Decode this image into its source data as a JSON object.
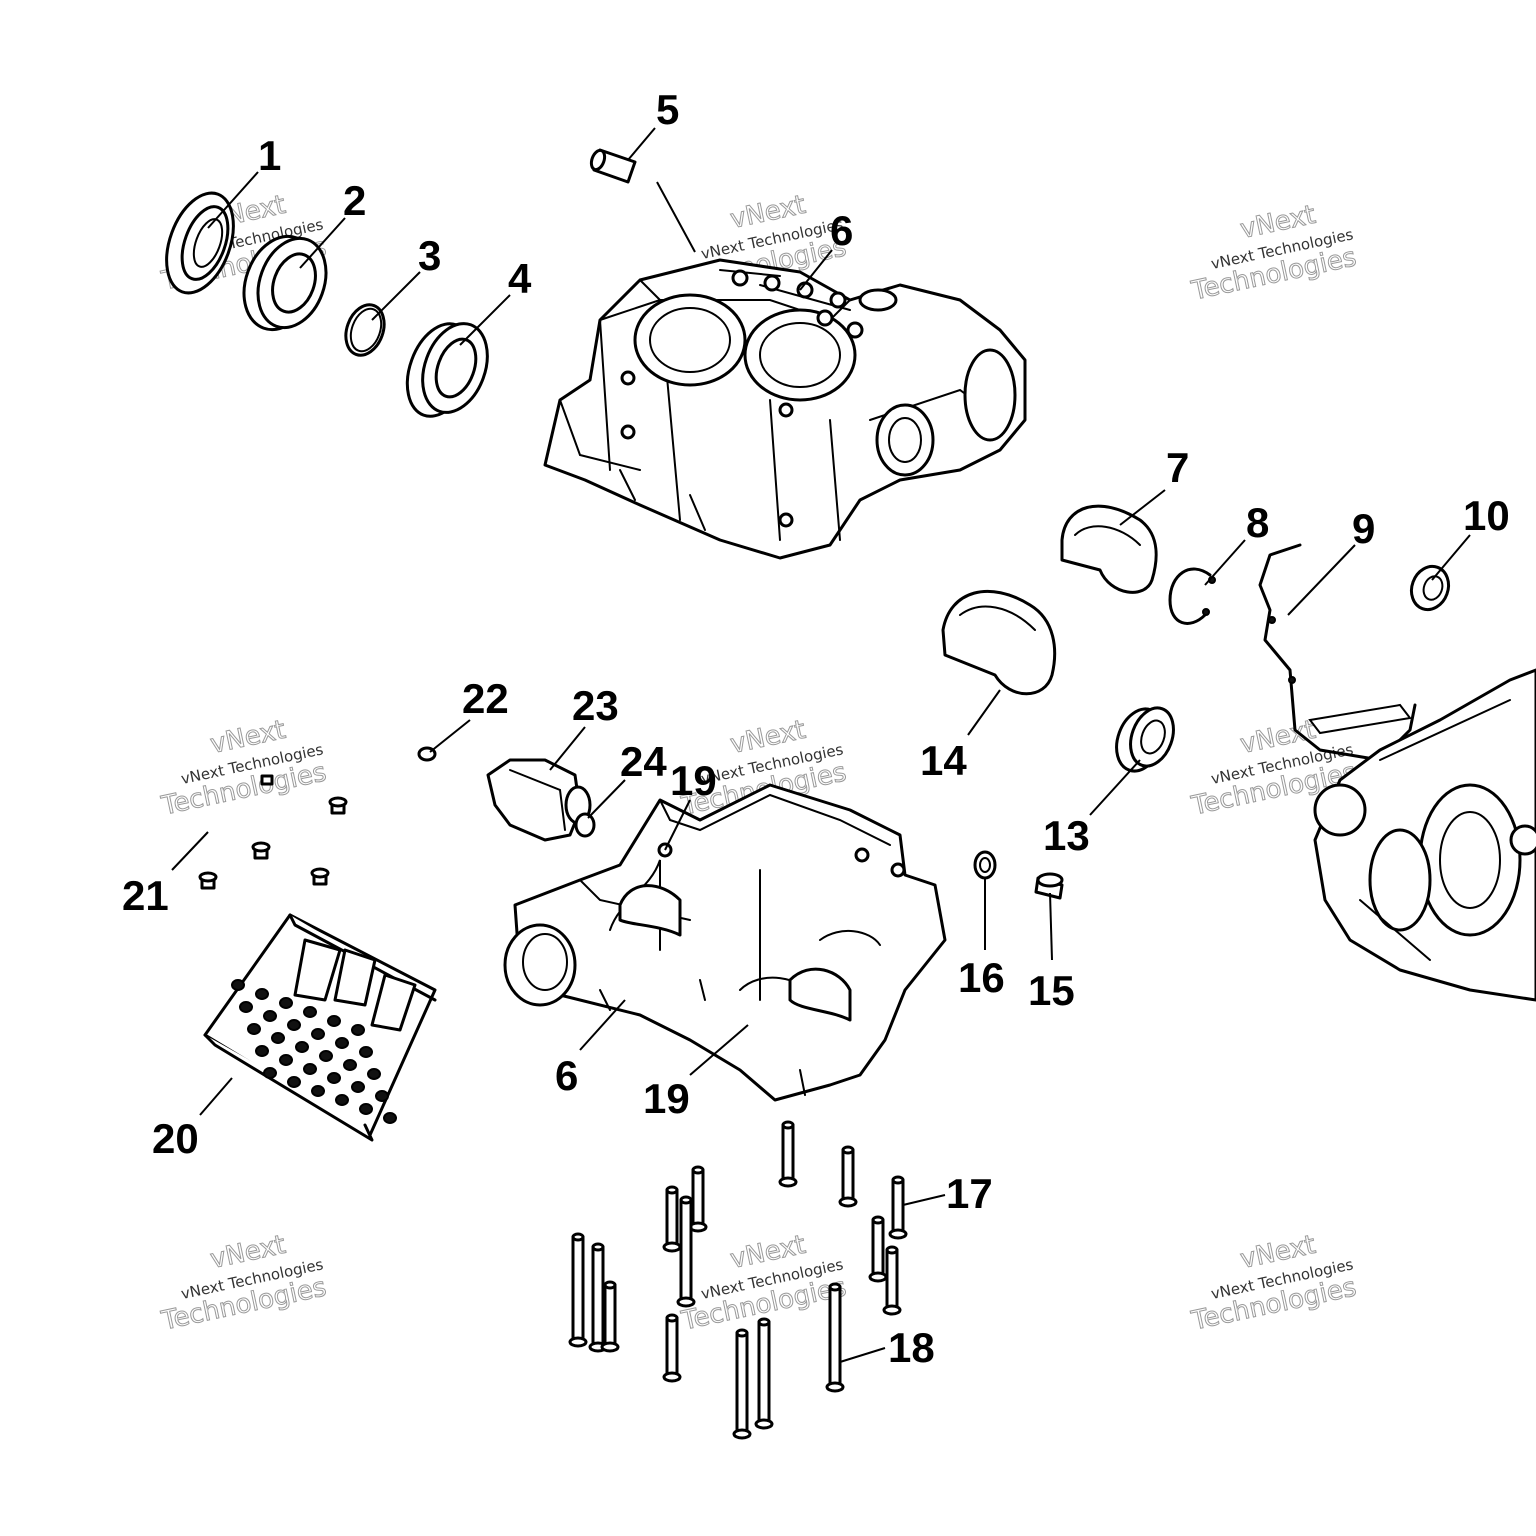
{
  "watermark": {
    "line1": "vNext",
    "line2": "vNext Technologies",
    "line3": "Technologies"
  },
  "callouts": [
    {
      "id": "c1",
      "label": "1"
    },
    {
      "id": "c2",
      "label": "2"
    },
    {
      "id": "c3",
      "label": "3"
    },
    {
      "id": "c4",
      "label": "4"
    },
    {
      "id": "c5",
      "label": "5"
    },
    {
      "id": "c6a",
      "label": "6"
    },
    {
      "id": "c6b",
      "label": "6"
    },
    {
      "id": "c7",
      "label": "7"
    },
    {
      "id": "c8",
      "label": "8"
    },
    {
      "id": "c9",
      "label": "9"
    },
    {
      "id": "c10",
      "label": "10"
    },
    {
      "id": "c13",
      "label": "13"
    },
    {
      "id": "c14",
      "label": "14"
    },
    {
      "id": "c15",
      "label": "15"
    },
    {
      "id": "c16",
      "label": "16"
    },
    {
      "id": "c17",
      "label": "17"
    },
    {
      "id": "c18",
      "label": "18"
    },
    {
      "id": "c19a",
      "label": "19"
    },
    {
      "id": "c19b",
      "label": "19"
    },
    {
      "id": "c20",
      "label": "20"
    },
    {
      "id": "c21",
      "label": "21"
    },
    {
      "id": "c22",
      "label": "22"
    },
    {
      "id": "c23",
      "label": "23"
    },
    {
      "id": "c24",
      "label": "24"
    }
  ],
  "colors": {
    "line": "#000000",
    "background": "#ffffff",
    "watermark": "#9a9a9a"
  }
}
